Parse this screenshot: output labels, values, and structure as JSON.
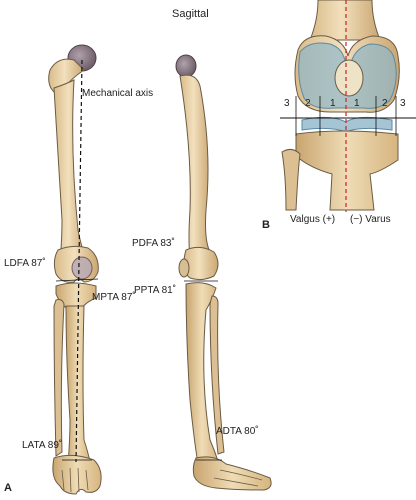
{
  "panel_a": {
    "panel_letter": "A",
    "view_title": "Sagittal",
    "labels": {
      "mechanical_axis": "Mechanical axis",
      "ldfa": "LDFA 87˚",
      "mpta": "MPTA 87˚",
      "lata": "LATA 89˚",
      "pdfa": "PDFA 83˚",
      "ppta": "PPTA 81˚",
      "adta": "ADTA 80˚"
    }
  },
  "panel_b": {
    "panel_letter": "B",
    "zone_labels": [
      "3",
      "2",
      "1",
      "1",
      "2",
      "3"
    ],
    "valgus_label": "Valgus (+)",
    "varus_label": "(−) Varus"
  },
  "colors": {
    "bone": "#ecd7ae",
    "bone_shade": "#d7b784",
    "bone_outline": "#6b5b44",
    "cartilage": "#8fb6c9",
    "axis_line": "#d0202a",
    "head_shade": "#8a7a86"
  }
}
